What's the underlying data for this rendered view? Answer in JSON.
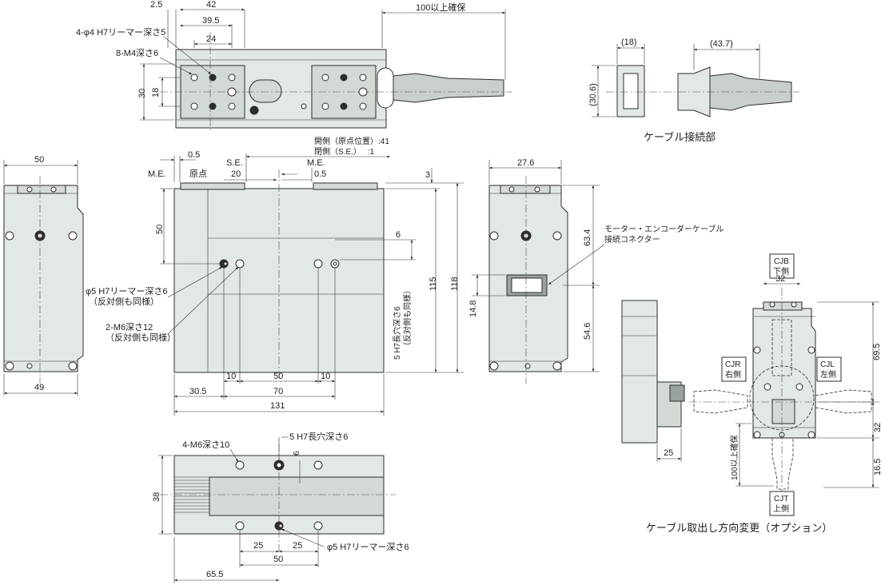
{
  "top_view": {
    "labels": {
      "hole_h7": "4-φ4 H7リーマー深さ5",
      "tap_m4": "8-M4深さ6",
      "cable_length": "100以上確保"
    },
    "dims": {
      "d2_5": "2.5",
      "d42": "42",
      "d39_5": "39.5",
      "d24": "24",
      "d30": "30",
      "d18": "18",
      "d100": "100以上確保"
    }
  },
  "cable_detail": {
    "caption": "ケーブル接続部",
    "dims": {
      "d18": "(18)",
      "d43_7": "(43.7)",
      "d30_6": "(30.6)"
    }
  },
  "front_view": {
    "notes": {
      "open_side": "開側（原点位置）:41",
      "close_side": "閉側（S.E.）　 :1"
    },
    "labels": {
      "me_left": "M.E.",
      "origin": "原点",
      "se": "S.E.",
      "me_right": "M.E.",
      "hole_phi5": "φ5 H7リーマー深さ6",
      "hole_phi5_sub": "（反対側も同様）",
      "tap_m6": "2-M6深さ12",
      "tap_m6_sub": "（反対側も同様）",
      "slot": "5 H7長穴深さ6",
      "slot_sub": "（反対側も同様）"
    },
    "dims": {
      "d0_5a": "0.5",
      "d20": "20",
      "d0_5b": "0.5",
      "d3": "3",
      "d50v": "50",
      "d6": "6",
      "d115": "115",
      "d118": "118",
      "d10a": "10",
      "d50h": "50",
      "d10b": "10",
      "d30_5": "30.5",
      "d70": "70",
      "d131": "131"
    }
  },
  "left_view": {
    "dims": {
      "d50": "50",
      "d49": "49"
    }
  },
  "right_view": {
    "labels": {
      "connector": "モーター・エンコーダーケーブル",
      "connector2": "接続コネクター"
    },
    "dims": {
      "d27_6": "27.6",
      "d63_4": "63.4",
      "d14_8": "14.8",
      "d54_6": "54.6"
    }
  },
  "bottom_view": {
    "labels": {
      "tap_m6": "4-M6深さ10",
      "slot": "5 H7長穴深さ6",
      "hole": "φ5 H7リーマー深さ6"
    },
    "dims": {
      "d6": "6",
      "d38": "38",
      "d25a": "25",
      "d25b": "25",
      "d50": "50",
      "d65_5": "65.5"
    }
  },
  "option_view": {
    "caption": "ケーブル取出し方向変更（オプション）",
    "labels": {
      "cjb": "CJB",
      "cjb_sub": "下側",
      "cjr": "CJR",
      "cjr_sub": "右側",
      "cjl": "CJL",
      "cjl_sub": "左側",
      "cjt": "CJT",
      "cjt_sub": "上側",
      "cable": "100以上確保"
    },
    "dims": {
      "d32h": "32",
      "d69_5": "69.5",
      "d32v": "32",
      "d16_5": "16.5",
      "d25": "25"
    }
  }
}
